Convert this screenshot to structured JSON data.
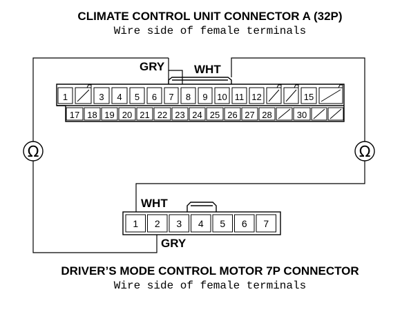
{
  "top": {
    "title": "CLIMATE CONTROL UNIT CONNECTOR A (32P)",
    "subtitle": "Wire side of female terminals",
    "row1": [
      "1",
      "",
      "3",
      "4",
      "5",
      "6",
      "7",
      "8",
      "9",
      "10",
      "11",
      "12",
      "",
      "",
      "15",
      ""
    ],
    "row2": [
      "17",
      "18",
      "19",
      "20",
      "21",
      "22",
      "23",
      "24",
      "25",
      "26",
      "27",
      "28",
      "",
      "30",
      "",
      ""
    ]
  },
  "bottom": {
    "title": "DRIVER’S MODE CONTROL MOTOR 7P CONNECTOR",
    "subtitle": "Wire side of female terminals",
    "pins": [
      "1",
      "2",
      "3",
      "4",
      "5",
      "6",
      "7"
    ]
  },
  "wires": {
    "gry_top": "GRY",
    "wht_top": "WHT",
    "wht_bottom": "WHT",
    "gry_bottom": "GRY"
  },
  "meters": {
    "left": "Ω",
    "right": "Ω"
  }
}
